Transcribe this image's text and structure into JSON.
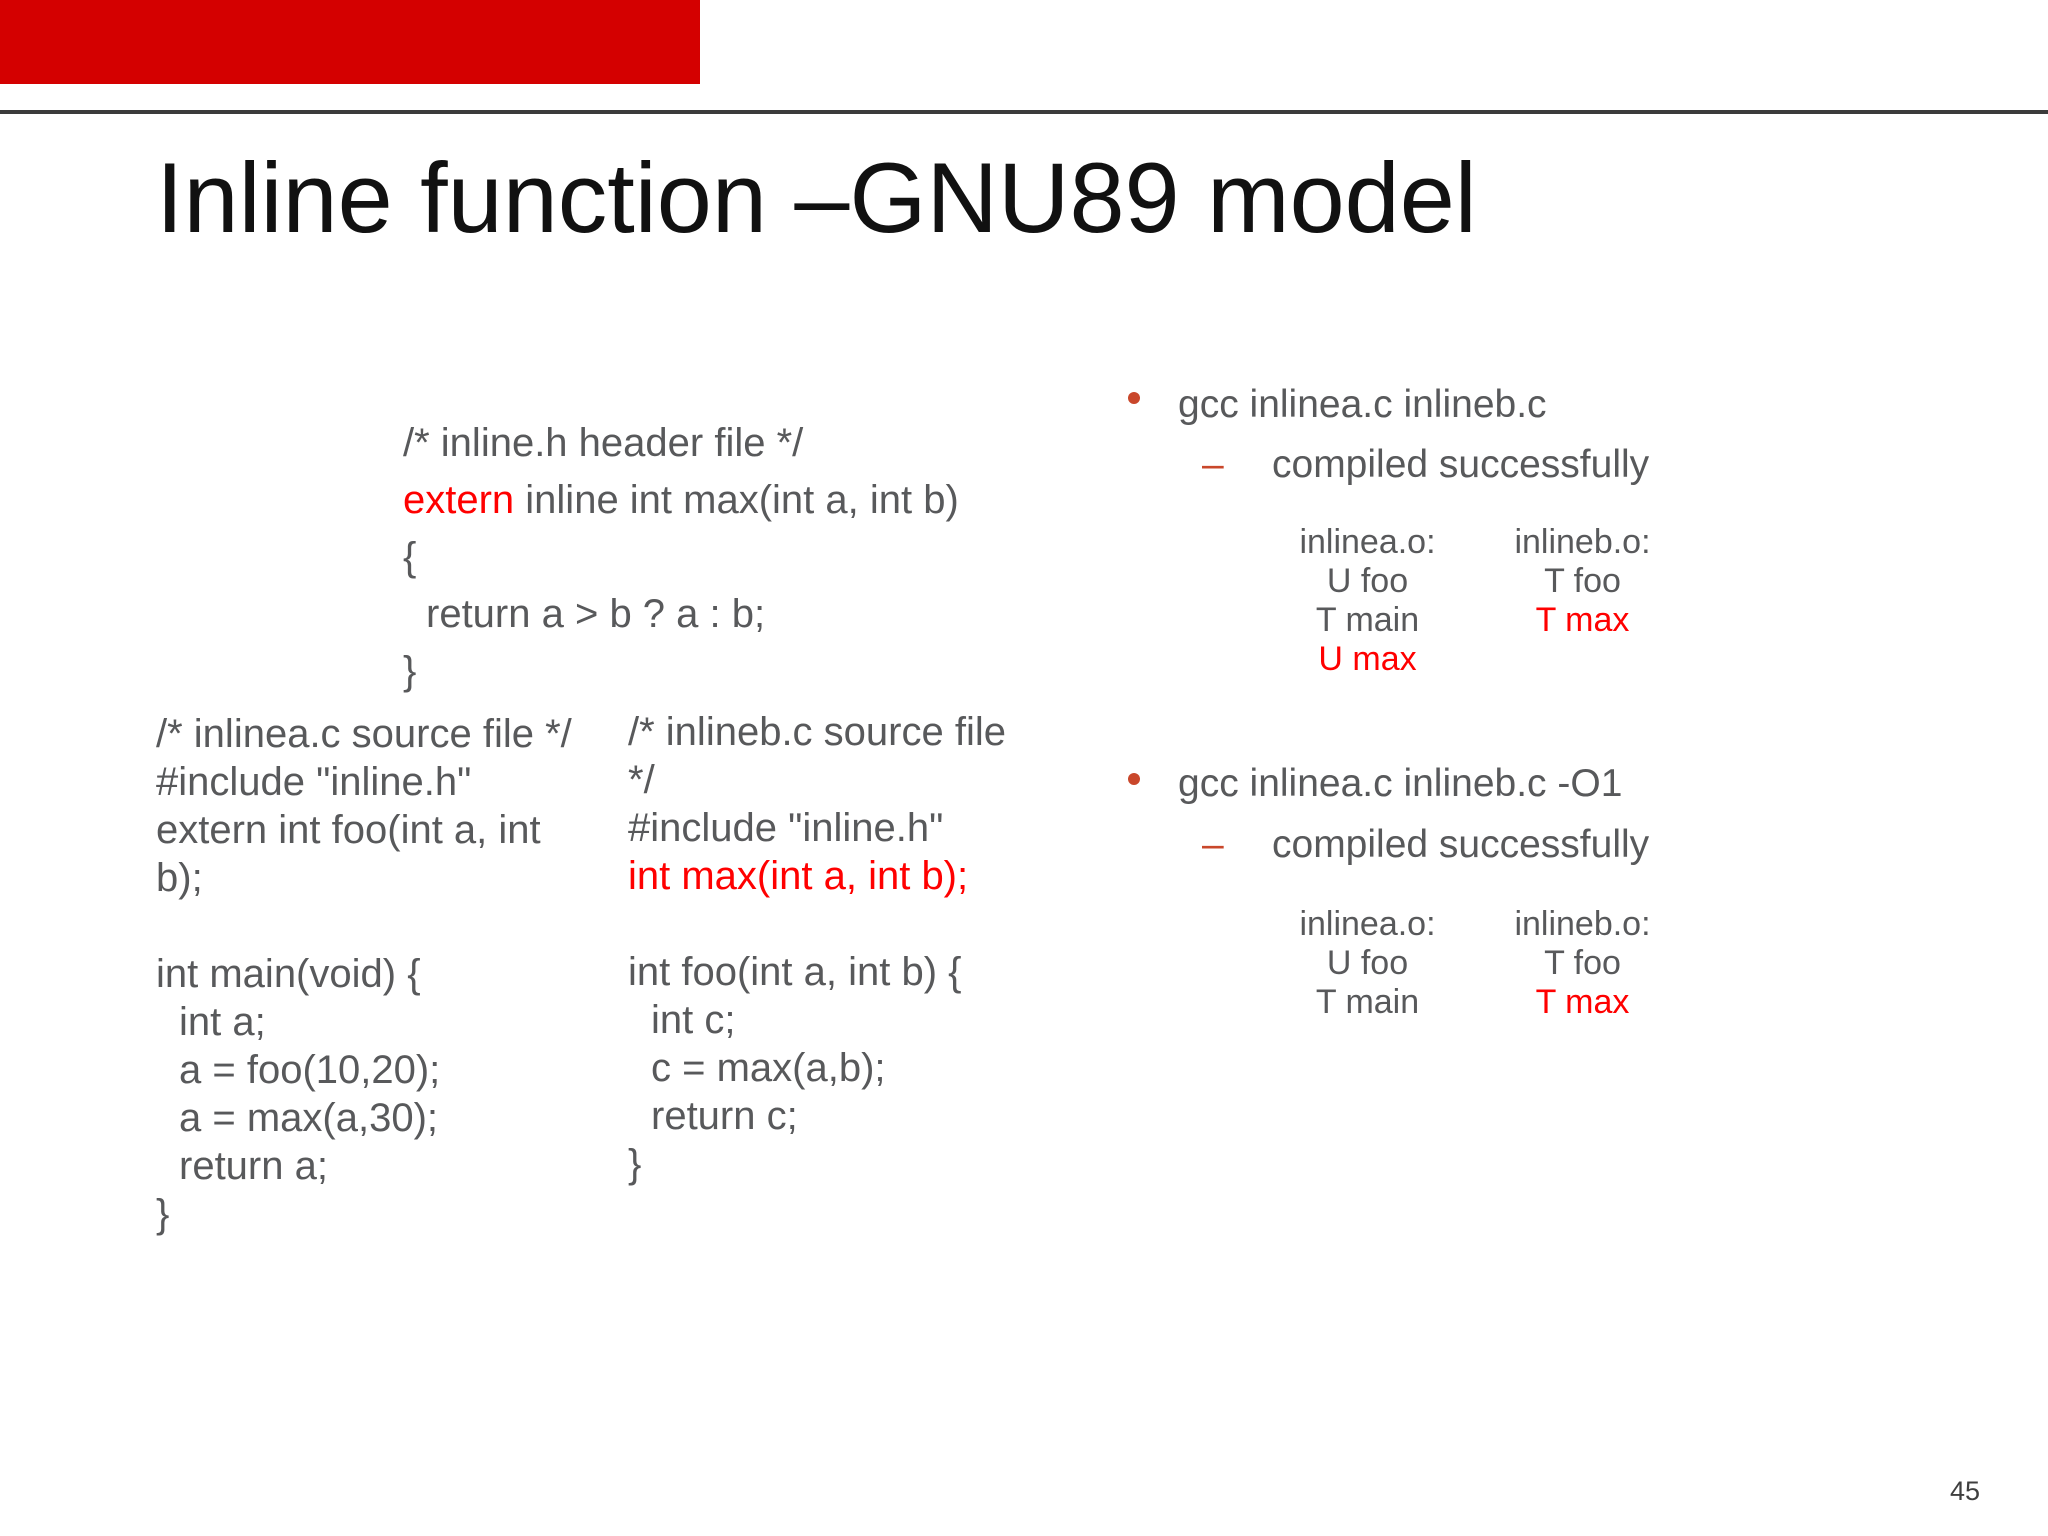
{
  "slide": {
    "title": "Inline function –GNU89 model",
    "page_number": "45"
  },
  "colors": {
    "red_bar": "#d40000",
    "accent_bullet": "#c9472b",
    "code_red": "#ff0000",
    "text_gray": "#58595b",
    "title_black": "#111111",
    "divider_line": "#3b3b3b"
  },
  "inline_h": {
    "l1": "/* inline.h header file */",
    "l2_keyword": "extern",
    "l2_rest": " inline int max(int a, int b)",
    "l3": "{",
    "l4": "return a > b ? a : b;",
    "l5": "}"
  },
  "inlinea": {
    "l1": "/* inlinea.c source file */",
    "l2": "#include \"inline.h\"",
    "l3": "extern int foo(int a, int",
    "l4": "b);",
    "l5": "int main(void) {",
    "l6": "int a;",
    "l7": "a = foo(10,20);",
    "l8": "a = max(a,30);",
    "l9": "return a;",
    "l10": "}"
  },
  "inlineb": {
    "l1": "/* inlineb.c source file",
    "l2": "*/",
    "l3": "#include \"inline.h\"",
    "l4_red": "int max(int a, int b);",
    "l5": "int foo(int a, int b) {",
    "l6": "int c;",
    "l7": "c = max(a,b);",
    "l8": "return c;",
    "l9": "}"
  },
  "bullet1": {
    "marker": "•",
    "text": "gcc inlinea.c inlineb.c",
    "dash": "–",
    "sub": "compiled successfully",
    "col_a": {
      "header": "inlinea.o:",
      "r1": "U foo",
      "r2": "T main",
      "r3": "U max"
    },
    "col_b": {
      "header": "inlineb.o:",
      "r1": "T foo",
      "r2": "T max"
    }
  },
  "bullet2": {
    "marker": "•",
    "text": "gcc inlinea.c inlineb.c -O1",
    "dash": "–",
    "sub": "compiled successfully",
    "col_a": {
      "header": "inlinea.o:",
      "r1": "U foo",
      "r2": "T main"
    },
    "col_b": {
      "header": "inlineb.o:",
      "r1": "T foo",
      "r2": "T max"
    }
  }
}
